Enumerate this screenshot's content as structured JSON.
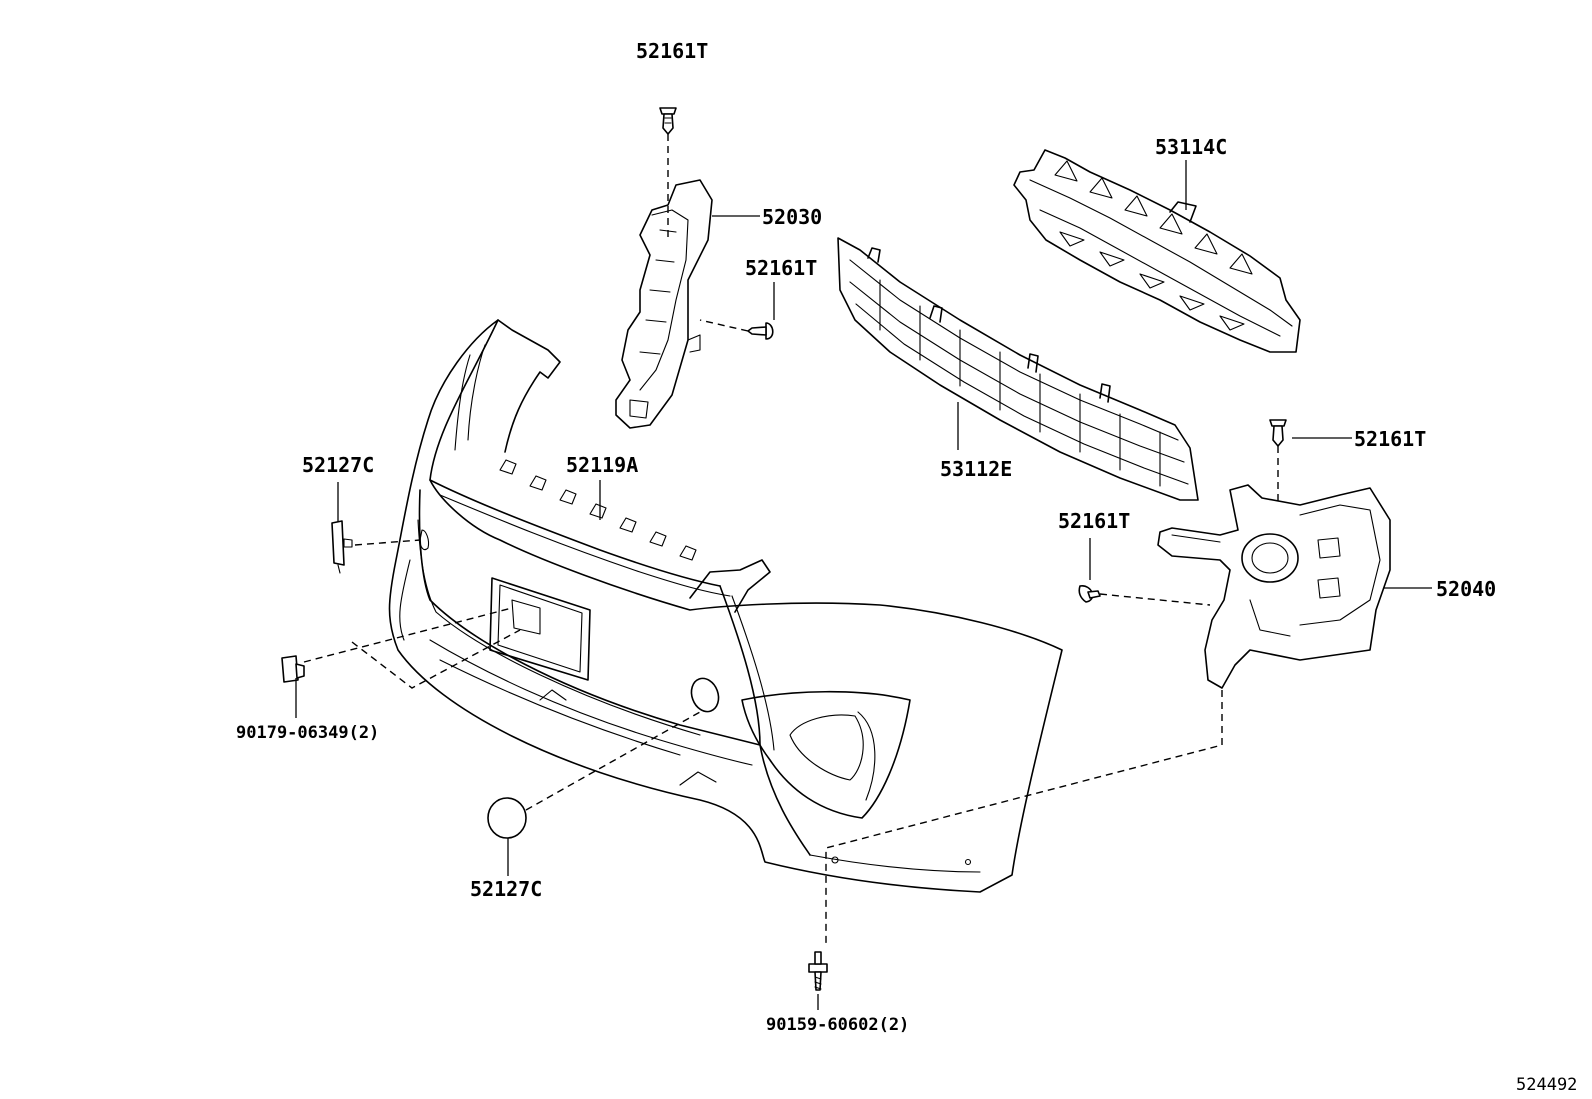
{
  "labels": {
    "clip_top": "52161T",
    "bracket_left": "52030",
    "clip_mid": "52161T",
    "absorber": "53114C",
    "grille": "53112E",
    "clip_right_top": "52161T",
    "clip_right_mid": "52161T",
    "bracket_right": "52040",
    "cap_upper": "52127C",
    "bumper_cover": "52119A",
    "retainer": "90179-06349(2)",
    "cap_lower": "52127C",
    "screw": "90159-60602(2)"
  },
  "diagram_id": "524492",
  "icons": {
    "clip": "push-clip-icon",
    "screw": "screw-icon",
    "cap": "round-cap-icon",
    "retainer": "nut-retainer-icon"
  }
}
